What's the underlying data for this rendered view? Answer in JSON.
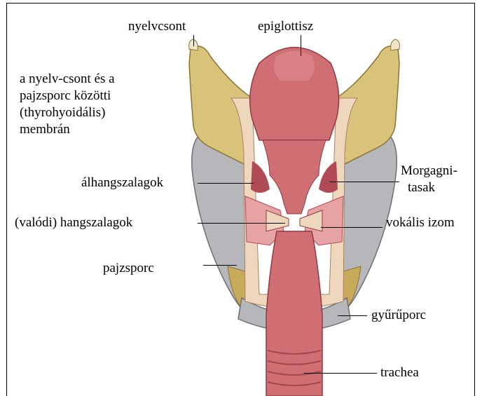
{
  "labels": {
    "nyelvcsont": "nyelvcsont",
    "epiglottisz": "epiglottisz",
    "membran_line1": "a nyelv-csont és a",
    "membran_line2": "pajzsporc közötti",
    "membran_line3": "(thyrohyoidális)",
    "membran_line4": "membrán",
    "alhangszalagok": "álhangszalagok",
    "morgagni_line1": "Morgagni-",
    "morgagni_line2": "tasak",
    "valodi_hangszalagok": "(valódi) hangszalagok",
    "vokalis_izom": "vokális izom",
    "pajzsporc": "pajzsporc",
    "gyuruporc": "gyűrűporc",
    "trachea": "trachea"
  },
  "colors": {
    "cartilage": "#d9c27a",
    "cartilage_dark": "#b89a4c",
    "grey_tissue": "#b5b7ba",
    "mucosa": "#cf6f74",
    "mucosa_dark": "#b04a55",
    "muscle": "#e7a3a4",
    "cream": "#efd7bd"
  }
}
